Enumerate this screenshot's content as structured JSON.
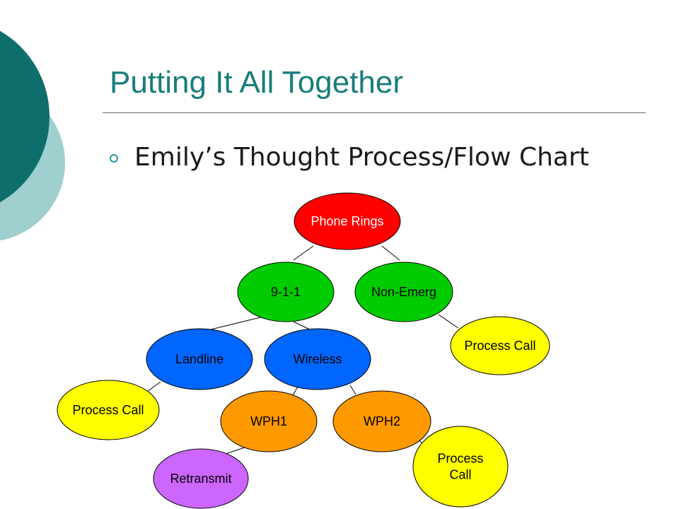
{
  "slide": {
    "title": "Putting It All Together",
    "bullet": "Emily’s Thought Process/Flow Chart"
  },
  "colors": {
    "accent_dark": "#0e6e6b",
    "accent_light": "#9fcfcf",
    "title": "#187d7b",
    "red": "#ff0000",
    "green": "#00cc00",
    "blue": "#0066ff",
    "yellow": "#ffff00",
    "orange": "#ff9900",
    "purple": "#cc66ff"
  },
  "diagram": {
    "nodes": [
      {
        "id": "phone-rings",
        "label": "Phone Rings",
        "fill": "#ff0000",
        "text_color": "#ffffff"
      },
      {
        "id": "911",
        "label": "9-1-1",
        "fill": "#00cc00",
        "text_color": "#000000"
      },
      {
        "id": "non-emerg",
        "label": "Non-Emerg",
        "fill": "#00cc00",
        "text_color": "#000000"
      },
      {
        "id": "process-call-right",
        "label": "Process Call",
        "fill": "#ffff00",
        "text_color": "#000000"
      },
      {
        "id": "landline",
        "label": "Landline",
        "fill": "#0066ff",
        "text_color": "#000000"
      },
      {
        "id": "wireless",
        "label": "Wireless",
        "fill": "#0066ff",
        "text_color": "#000000"
      },
      {
        "id": "process-call-left",
        "label": "Process Call",
        "fill": "#ffff00",
        "text_color": "#000000"
      },
      {
        "id": "wph1",
        "label": "WPH1",
        "fill": "#ff9900",
        "text_color": "#000000"
      },
      {
        "id": "wph2",
        "label": "WPH2",
        "fill": "#ff9900",
        "text_color": "#000000"
      },
      {
        "id": "retransmit",
        "label": "Retransmit",
        "fill": "#cc66ff",
        "text_color": "#000000"
      },
      {
        "id": "process-call-bottom",
        "label": "Process Call",
        "fill": "#ffff00",
        "text_color": "#000000"
      }
    ],
    "edges": [
      {
        "from": "phone-rings",
        "to": "911"
      },
      {
        "from": "phone-rings",
        "to": "non-emerg"
      },
      {
        "from": "non-emerg",
        "to": "process-call-right"
      },
      {
        "from": "911",
        "to": "landline"
      },
      {
        "from": "911",
        "to": "wireless"
      },
      {
        "from": "landline",
        "to": "process-call-left"
      },
      {
        "from": "wireless",
        "to": "wph1"
      },
      {
        "from": "wireless",
        "to": "wph2"
      },
      {
        "from": "wph1",
        "to": "retransmit"
      },
      {
        "from": "wph2",
        "to": "process-call-bottom"
      }
    ]
  }
}
